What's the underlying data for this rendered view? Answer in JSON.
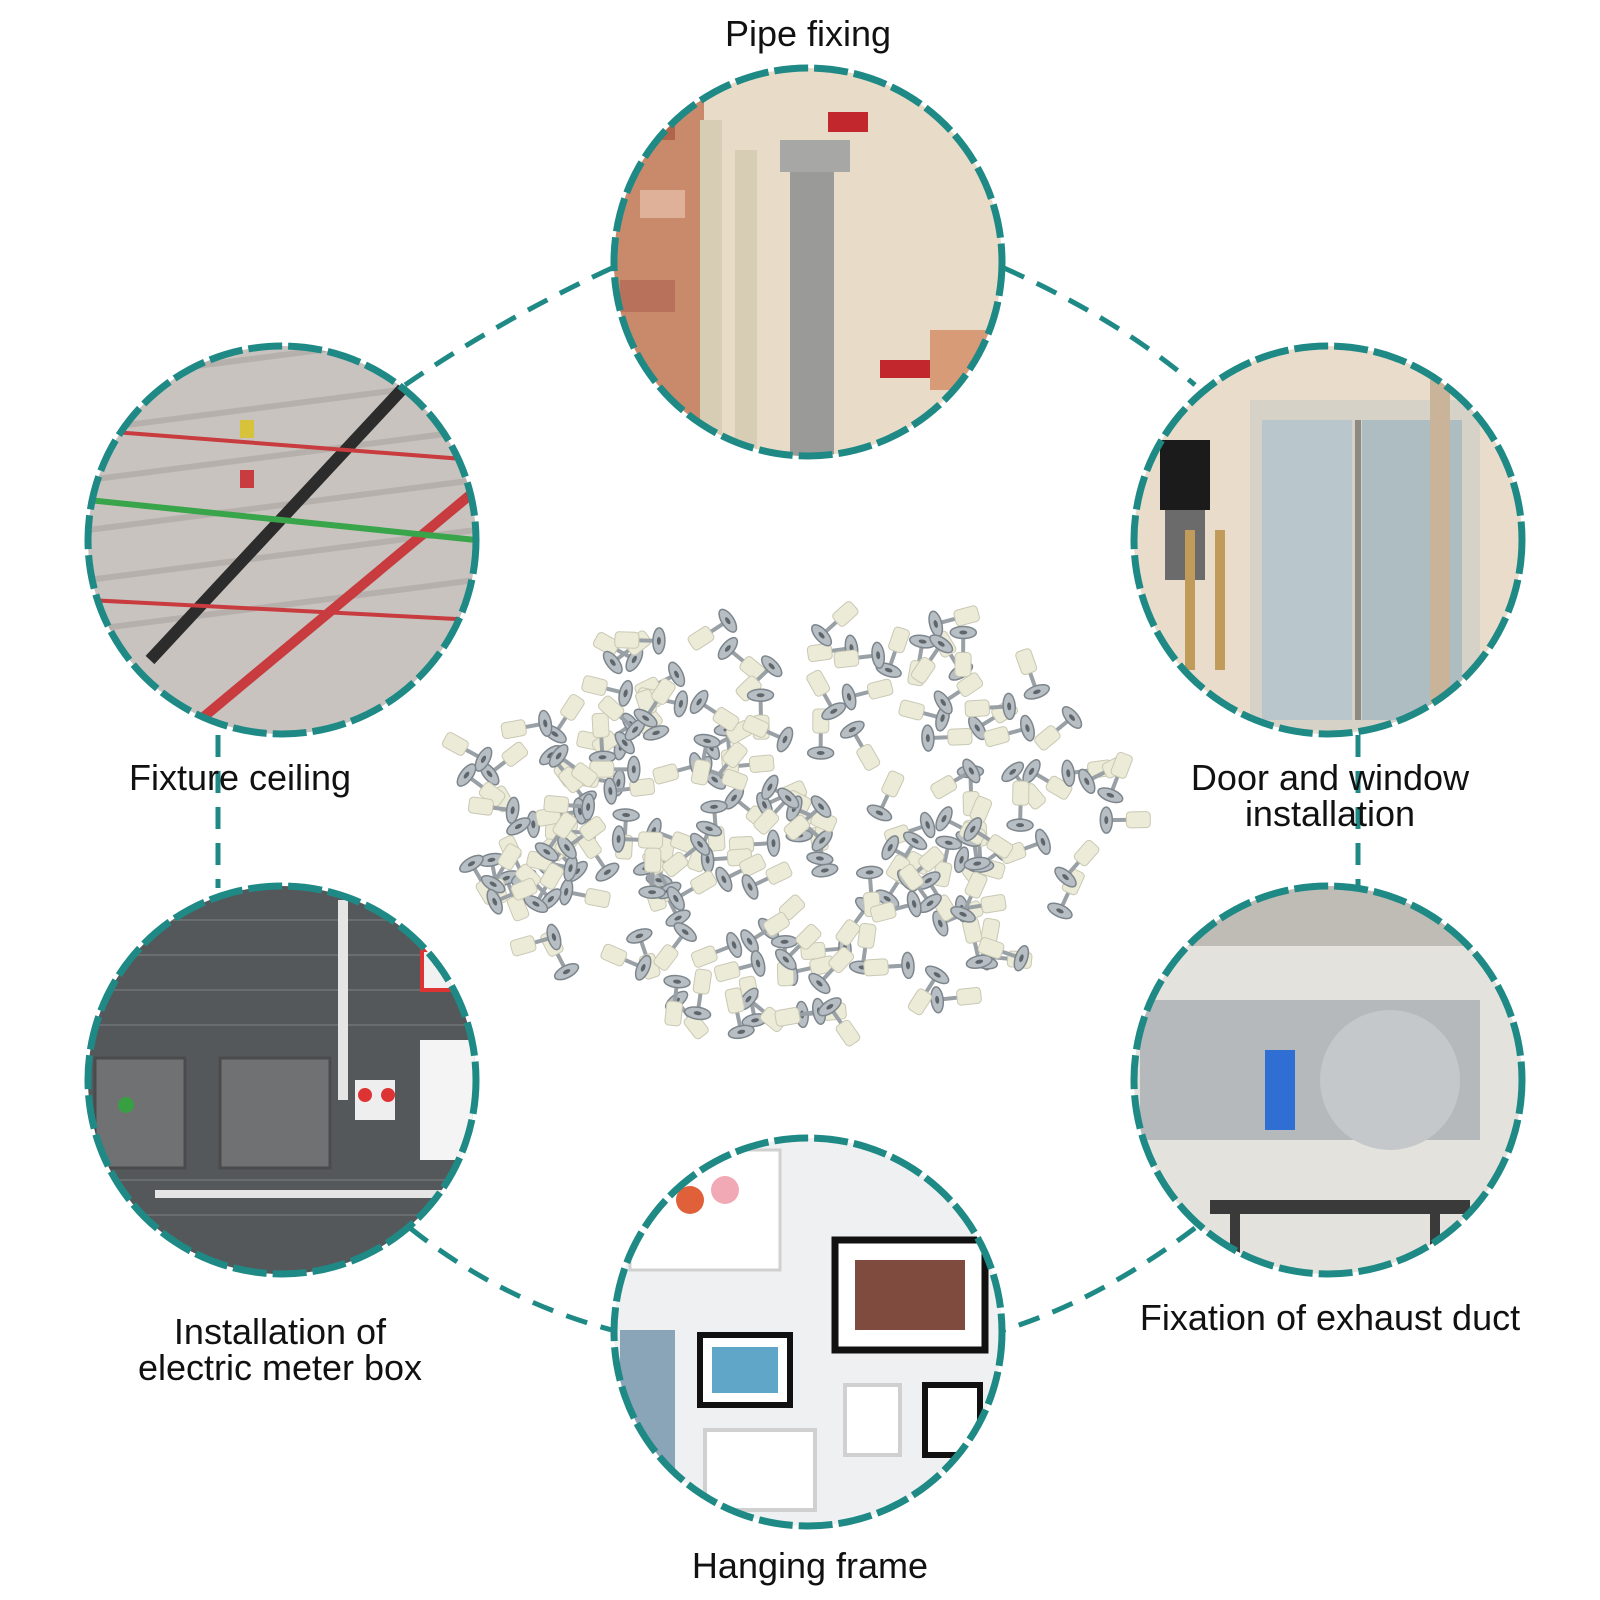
{
  "colors": {
    "accent_teal": "#1f8a85",
    "background": "#ffffff",
    "label_text": "#111111"
  },
  "center_product": {
    "icon": "nail-pile-icon",
    "description_hidden": false
  },
  "applications": [
    {
      "id": "pipe",
      "label_lines": [
        "Pipe fixing"
      ],
      "icon": "pipe-photo"
    },
    {
      "id": "door",
      "label_lines": [
        "Door and window",
        "installation"
      ],
      "icon": "door-window-photo"
    },
    {
      "id": "duct",
      "label_lines": [
        "Fixation of exhaust duct"
      ],
      "icon": "duct-photo"
    },
    {
      "id": "frame",
      "label_lines": [
        "Hanging frame"
      ],
      "icon": "frames-photo"
    },
    {
      "id": "meter",
      "label_lines": [
        "Installation of",
        "electric meter box"
      ],
      "icon": "meter-box-photo"
    },
    {
      "id": "ceiling",
      "label_lines": [
        "Fixture ceiling"
      ],
      "icon": "ceiling-photo"
    }
  ]
}
